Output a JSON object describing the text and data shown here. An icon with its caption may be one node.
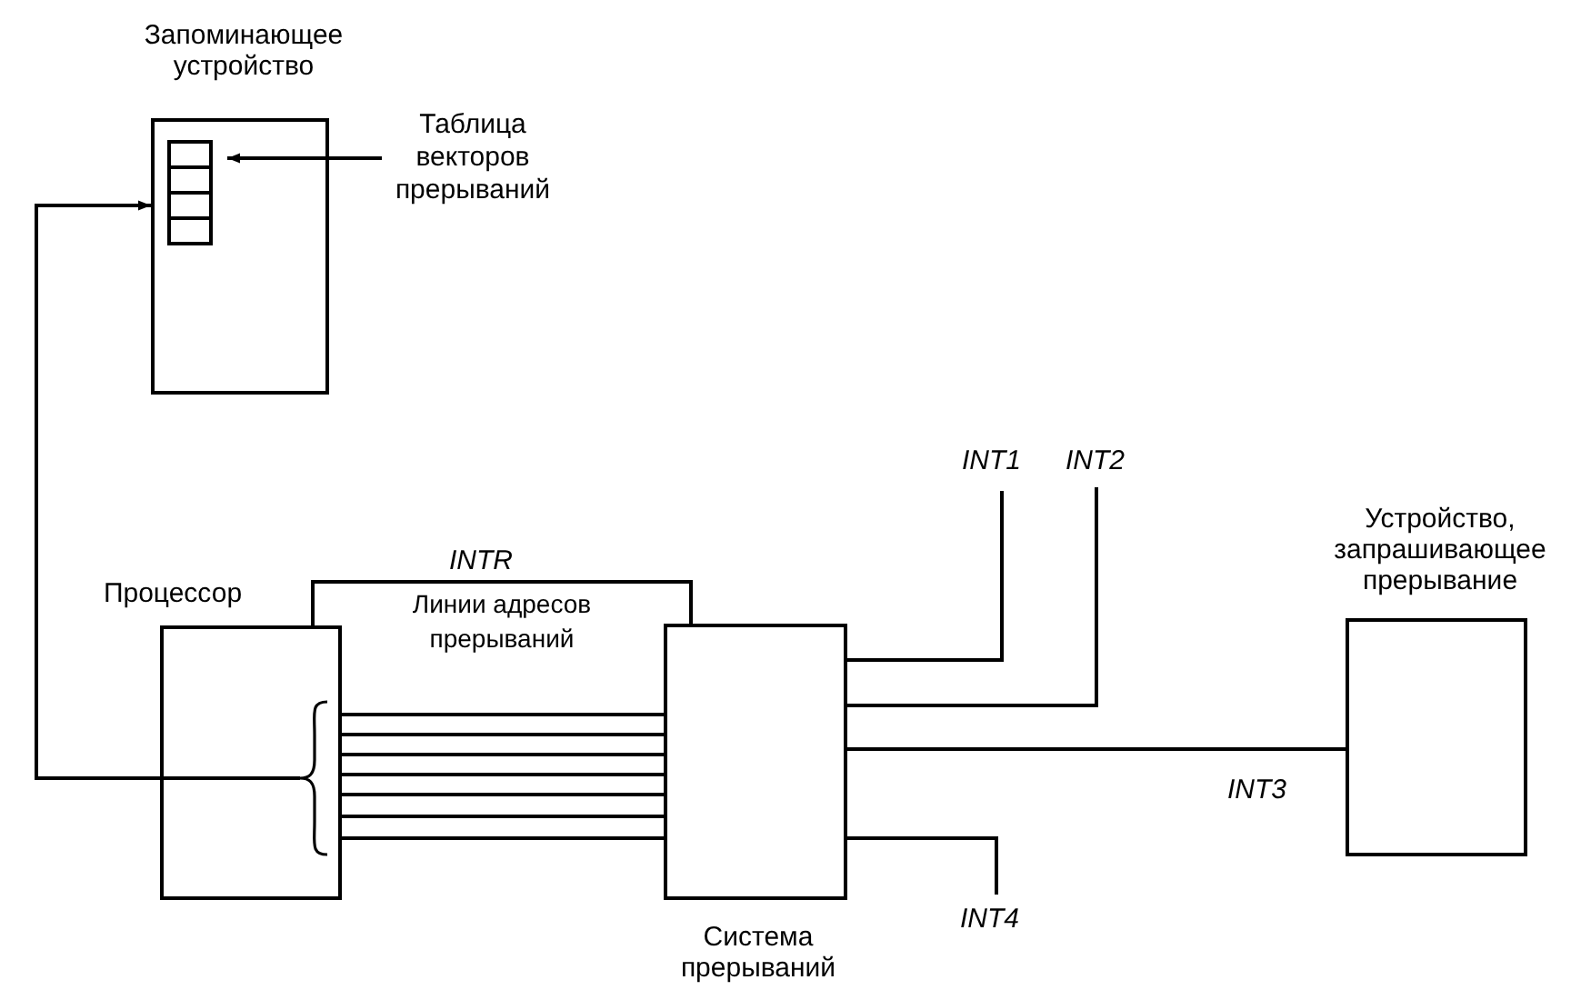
{
  "diagram": {
    "nodes": [
      {
        "text": [
          "Запоминающее устройство"
        ]
      },
      {
        "text": [],
        "shape": "box",
        "in": 0
      },
      {
        "text": [
          "Таблица векторов прерываний"
        ]
      },
      {
        "text": [
          "Процессор"
        ]
      },
      {
        "text": [
          "Система прерываний"
        ]
      },
      {
        "text": [
          "Устройство, запрашивающее прерывание"
        ]
      }
    ],
    "edges": [
      {
        "from": 3,
        "to": 0,
        "arrow": "to"
      },
      {
        "from": 2,
        "to": 1,
        "arrow": "to"
      },
      {
        "from": 3,
        "to": 4,
        "arrow": "none",
        "label": "INTR"
      },
      {
        "from": 3,
        "to": 4,
        "arrow": "none"
      },
      {
        "from": 3,
        "to": 4,
        "arrow": "none"
      },
      {
        "from": 3,
        "to": 4,
        "arrow": "none"
      },
      {
        "from": 3,
        "to": 4,
        "arrow": "none"
      },
      {
        "from": 3,
        "to": 4,
        "arrow": "none"
      },
      {
        "from": 3,
        "to": 4,
        "arrow": "none"
      },
      {
        "from": 3,
        "to": 4,
        "arrow": "none"
      },
      {
        "from": 4,
        "to": null,
        "arrow": "none",
        "label": "INT1"
      },
      {
        "from": 4,
        "to": null,
        "arrow": "none",
        "label": "INT2"
      },
      {
        "from": 4,
        "to": 5,
        "arrow": "none",
        "label": "INT3"
      },
      {
        "from": 4,
        "to": null,
        "arrow": "none",
        "label": "INT4"
      }
    ],
    "labels": [
      "Линии адресов прерываний"
    ]
  }
}
